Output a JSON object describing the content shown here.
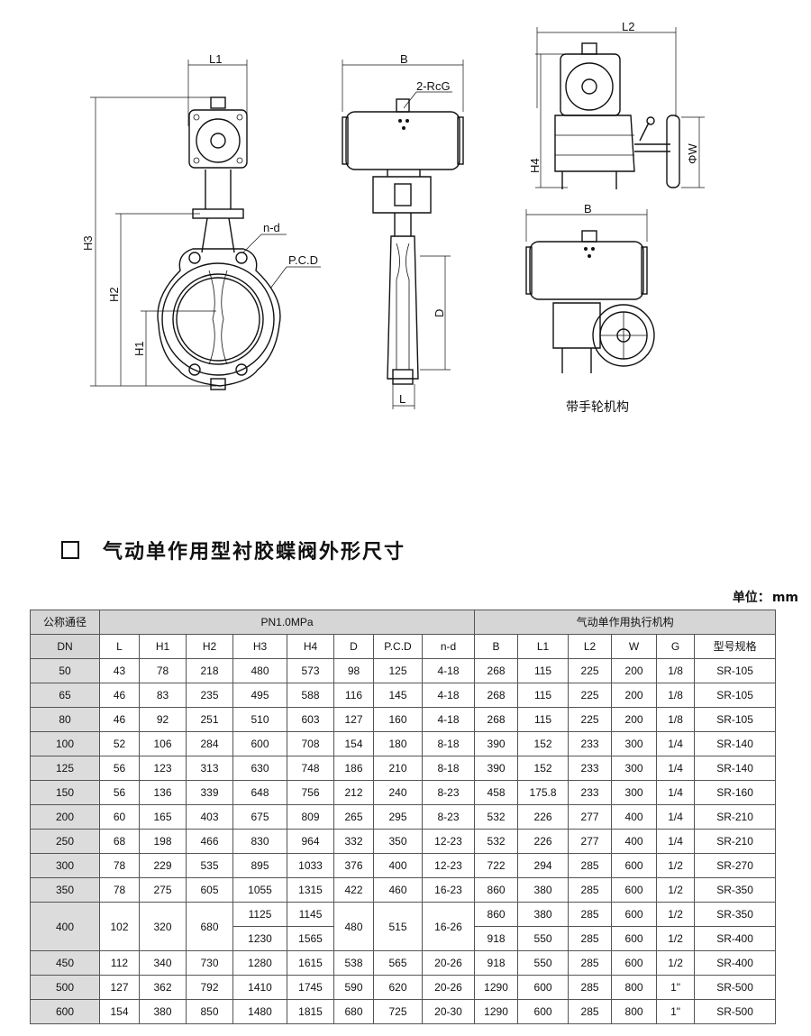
{
  "drawing": {
    "labels": {
      "l1": "L1",
      "b_top": "B",
      "l2": "L2",
      "rcg": "2-RcG",
      "h3": "H3",
      "h2": "H2",
      "h1": "H1",
      "nd": "n-d",
      "pcd": "P.C.D",
      "d": "D",
      "l": "L",
      "h4": "H4",
      "w": "ΦW",
      "b_lower": "B"
    },
    "caption": "带手轮机构"
  },
  "title": "气动单作用型衬胶蝶阀外形尺寸",
  "unit": {
    "label": "单位：",
    "value": "mm"
  },
  "table": {
    "group_headers": {
      "dn_top": "公称通径",
      "pn": "PN1.0MPa",
      "actuator": "气动单作用执行机构"
    },
    "columns": [
      "DN",
      "L",
      "H1",
      "H2",
      "H3",
      "H4",
      "D",
      "P.C.D",
      "n-d",
      "B",
      "L1",
      "L2",
      "W",
      "G",
      "型号规格"
    ],
    "rows": [
      {
        "dn": "50",
        "L": "43",
        "H1": "78",
        "H2": "218",
        "H3": "480",
        "H4": "573",
        "D": "98",
        "PCD": "125",
        "nd": "4-18",
        "B": "268",
        "L1": "115",
        "L2": "225",
        "W": "200",
        "G": "1/8",
        "model": "SR-105"
      },
      {
        "dn": "65",
        "L": "46",
        "H1": "83",
        "H2": "235",
        "H3": "495",
        "H4": "588",
        "D": "116",
        "PCD": "145",
        "nd": "4-18",
        "B": "268",
        "L1": "115",
        "L2": "225",
        "W": "200",
        "G": "1/8",
        "model": "SR-105"
      },
      {
        "dn": "80",
        "L": "46",
        "H1": "92",
        "H2": "251",
        "H3": "510",
        "H4": "603",
        "D": "127",
        "PCD": "160",
        "nd": "4-18",
        "B": "268",
        "L1": "115",
        "L2": "225",
        "W": "200",
        "G": "1/8",
        "model": "SR-105"
      },
      {
        "dn": "100",
        "L": "52",
        "H1": "106",
        "H2": "284",
        "H3": "600",
        "H4": "708",
        "D": "154",
        "PCD": "180",
        "nd": "8-18",
        "B": "390",
        "L1": "152",
        "L2": "233",
        "W": "300",
        "G": "1/4",
        "model": "SR-140"
      },
      {
        "dn": "125",
        "L": "56",
        "H1": "123",
        "H2": "313",
        "H3": "630",
        "H4": "748",
        "D": "186",
        "PCD": "210",
        "nd": "8-18",
        "B": "390",
        "L1": "152",
        "L2": "233",
        "W": "300",
        "G": "1/4",
        "model": "SR-140"
      },
      {
        "dn": "150",
        "L": "56",
        "H1": "136",
        "H2": "339",
        "H3": "648",
        "H4": "756",
        "D": "212",
        "PCD": "240",
        "nd": "8-23",
        "B": "458",
        "L1": "175.8",
        "L2": "233",
        "W": "300",
        "G": "1/4",
        "model": "SR-160"
      },
      {
        "dn": "200",
        "L": "60",
        "H1": "165",
        "H2": "403",
        "H3": "675",
        "H4": "809",
        "D": "265",
        "PCD": "295",
        "nd": "8-23",
        "B": "532",
        "L1": "226",
        "L2": "277",
        "W": "400",
        "G": "1/4",
        "model": "SR-210"
      },
      {
        "dn": "250",
        "L": "68",
        "H1": "198",
        "H2": "466",
        "H3": "830",
        "H4": "964",
        "D": "332",
        "PCD": "350",
        "nd": "12-23",
        "B": "532",
        "L1": "226",
        "L2": "277",
        "W": "400",
        "G": "1/4",
        "model": "SR-210"
      },
      {
        "dn": "300",
        "L": "78",
        "H1": "229",
        "H2": "535",
        "H3": "895",
        "H4": "1033",
        "D": "376",
        "PCD": "400",
        "nd": "12-23",
        "B": "722",
        "L1": "294",
        "L2": "285",
        "W": "600",
        "G": "1/2",
        "model": "SR-270"
      },
      {
        "dn": "350",
        "L": "78",
        "H1": "275",
        "H2": "605",
        "H3": "1055",
        "H4": "1315",
        "D": "422",
        "PCD": "460",
        "nd": "16-23",
        "B": "860",
        "L1": "380",
        "L2": "285",
        "W": "600",
        "G": "1/2",
        "model": "SR-350"
      }
    ],
    "row400": {
      "dn": "400",
      "L": "102",
      "H1": "320",
      "H2": "680",
      "D": "480",
      "PCD": "515",
      "nd": "16-26",
      "sub": [
        {
          "H3": "1125",
          "H4": "1145",
          "B": "860",
          "L1": "380",
          "L2": "285",
          "W": "600",
          "G": "1/2",
          "model": "SR-350"
        },
        {
          "H3": "1230",
          "H4": "1565",
          "B": "918",
          "L1": "550",
          "L2": "285",
          "W": "600",
          "G": "1/2",
          "model": "SR-400"
        }
      ]
    },
    "rows_after": [
      {
        "dn": "450",
        "L": "112",
        "H1": "340",
        "H2": "730",
        "H3": "1280",
        "H4": "1615",
        "D": "538",
        "PCD": "565",
        "nd": "20-26",
        "B": "918",
        "L1": "550",
        "L2": "285",
        "W": "600",
        "G": "1/2",
        "model": "SR-400"
      },
      {
        "dn": "500",
        "L": "127",
        "H1": "362",
        "H2": "792",
        "H3": "1410",
        "H4": "1745",
        "D": "590",
        "PCD": "620",
        "nd": "20-26",
        "B": "1290",
        "L1": "600",
        "L2": "285",
        "W": "800",
        "G": "1\"",
        "model": "SR-500"
      },
      {
        "dn": "600",
        "L": "154",
        "H1": "380",
        "H2": "850",
        "H3": "1480",
        "H4": "1815",
        "D": "680",
        "PCD": "725",
        "nd": "20-30",
        "B": "1290",
        "L1": "600",
        "L2": "285",
        "W": "800",
        "G": "1\"",
        "model": "SR-500"
      }
    ]
  }
}
